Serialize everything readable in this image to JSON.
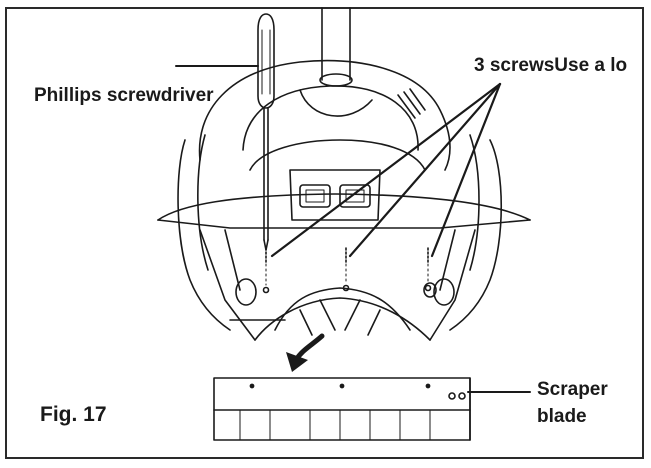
{
  "labels": {
    "screwdriver": "Phillips screwdriver",
    "screws": "3 screwsUse a lo",
    "scraper_line1": "Scraper",
    "scraper_line2": "blade",
    "figure": "Fig. 17"
  },
  "colors": {
    "ink": "#1a1a1a",
    "frame": "#2a2a2a",
    "background": "#ffffff"
  }
}
